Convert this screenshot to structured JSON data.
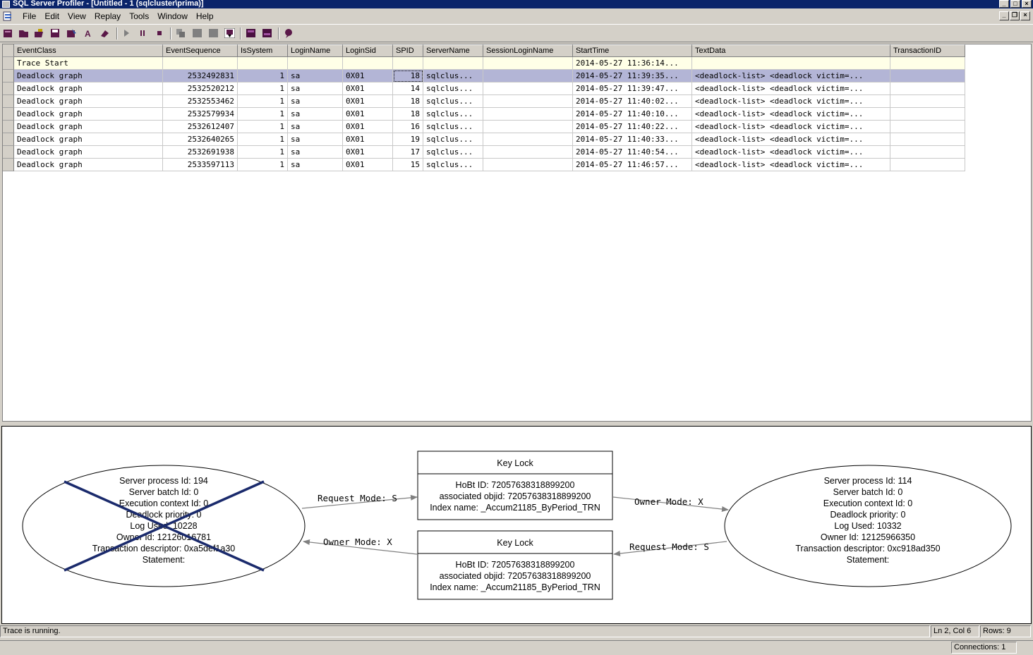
{
  "window": {
    "title": "SQL Server Profiler - [Untitled - 1 (sqlcluster\\prima)]"
  },
  "menu": [
    "File",
    "Edit",
    "View",
    "Replay",
    "Tools",
    "Window",
    "Help"
  ],
  "toolbar_icons": [
    "new-trace-icon",
    "open-icon",
    "open-template-icon",
    "save-icon",
    "properties-icon",
    "find-icon",
    "clear-icon",
    "run-icon",
    "pause-icon",
    "stop-icon",
    "replay-step-icon",
    "replay-cursor-icon",
    "replay-icon",
    "auto-scroll-icon",
    "profiler-icon",
    "tuning-advisor-icon",
    "help-icon"
  ],
  "grid": {
    "columns": [
      "EventClass",
      "EventSequence",
      "IsSystem",
      "LoginName",
      "LoginSid",
      "SPID",
      "ServerName",
      "SessionLoginName",
      "StartTime",
      "TextData",
      "TransactionID"
    ],
    "rows": [
      [
        "Trace Start",
        "",
        "",
        "",
        "",
        "",
        "",
        "",
        "2014-05-27 11:36:14...",
        "",
        ""
      ],
      [
        "Deadlock graph",
        "2532492831",
        "1",
        "sa",
        "0X01",
        "18",
        "sqlclus...",
        "",
        "2014-05-27 11:39:35...",
        "<deadlock-list>   <deadlock victim=...",
        ""
      ],
      [
        "Deadlock graph",
        "2532520212",
        "1",
        "sa",
        "0X01",
        "14",
        "sqlclus...",
        "",
        "2014-05-27 11:39:47...",
        "<deadlock-list>   <deadlock victim=...",
        ""
      ],
      [
        "Deadlock graph",
        "2532553462",
        "1",
        "sa",
        "0X01",
        "18",
        "sqlclus...",
        "",
        "2014-05-27 11:40:02...",
        "<deadlock-list>   <deadlock victim=...",
        ""
      ],
      [
        "Deadlock graph",
        "2532579934",
        "1",
        "sa",
        "0X01",
        "18",
        "sqlclus...",
        "",
        "2014-05-27 11:40:10...",
        "<deadlock-list>   <deadlock victim=...",
        ""
      ],
      [
        "Deadlock graph",
        "2532612407",
        "1",
        "sa",
        "0X01",
        "16",
        "sqlclus...",
        "",
        "2014-05-27 11:40:22...",
        "<deadlock-list>   <deadlock victim=...",
        ""
      ],
      [
        "Deadlock graph",
        "2532640265",
        "1",
        "sa",
        "0X01",
        "19",
        "sqlclus...",
        "",
        "2014-05-27 11:40:33...",
        "<deadlock-list>   <deadlock victim=...",
        ""
      ],
      [
        "Deadlock graph",
        "2532691938",
        "1",
        "sa",
        "0X01",
        "17",
        "sqlclus...",
        "",
        "2014-05-27 11:40:54...",
        "<deadlock-list>   <deadlock victim=...",
        ""
      ],
      [
        "Deadlock graph",
        "2533597113",
        "1",
        "sa",
        "0X01",
        "15",
        "sqlclus...",
        "",
        "2014-05-27 11:46:57...",
        "<deadlock-list>   <deadlock victim=...",
        ""
      ]
    ],
    "selected_row": 1
  },
  "deadlock": {
    "victim": {
      "lines": [
        "Server process Id: 194",
        "Server batch Id: 0",
        "Execution context Id: 0",
        "Deadlock priority: 0",
        "Log Used: 10228",
        "Owner Id: 12126016781",
        "Transaction descriptor: 0xa5def1a30",
        "Statement:"
      ]
    },
    "survivor": {
      "lines": [
        "Server process Id: 114",
        "Server batch Id: 0",
        "Execution context Id: 0",
        "Deadlock priority: 0",
        "Log Used: 10332",
        "Owner Id: 12125966350",
        "Transaction descriptor: 0xc918ad350",
        "Statement:"
      ]
    },
    "locks": [
      {
        "title": "Key Lock",
        "lines": [
          "HoBt ID: 72057638318899200",
          "associated objid: 72057638318899200",
          "Index name: _Accum21185_ByPeriod_TRN"
        ]
      },
      {
        "title": "Key Lock",
        "lines": [
          "HoBt ID: 72057638318899200",
          "associated objid: 72057638318899200",
          "Index name: _Accum21185_ByPeriod_TRN"
        ]
      }
    ],
    "edges": {
      "victim_request": "Request Mode: S",
      "lock1_owner": "Owner Mode: X",
      "lock2_owner": "Owner Mode: X",
      "survivor_request": "Request Mode: S"
    },
    "victim_mark_color": "#1a2a6c"
  },
  "status": {
    "message": "Trace is running.",
    "position": "Ln 2, Col 6",
    "rows": "Rows: 9",
    "connections": "Connections: 1"
  }
}
